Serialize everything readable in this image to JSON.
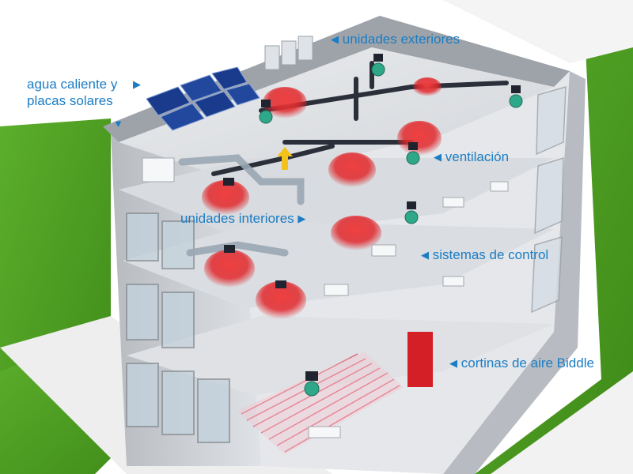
{
  "labels": {
    "agua_caliente_line1": "agua caliente y",
    "agua_caliente_line2": "placas solares",
    "unidades_exteriores": "unidades exteriores",
    "ventilacion": "ventilación",
    "unidades_interiores": "unidades interiores",
    "sistemas_de_control": "sistemas de control",
    "cortinas_de_aire": "cortinas de aire Biddle"
  },
  "colors": {
    "label_blue": "#1b7dc4",
    "grass_green": "#4c9a22",
    "building_gray": "#c9ccd0",
    "heat_red": "#e0282c",
    "unit_teal": "#2fa88a",
    "solar_blue": "#1a3a8c",
    "air_curtain_red": "#d51f26"
  },
  "icons": {
    "pointer": "triangle-arrow-icon"
  }
}
